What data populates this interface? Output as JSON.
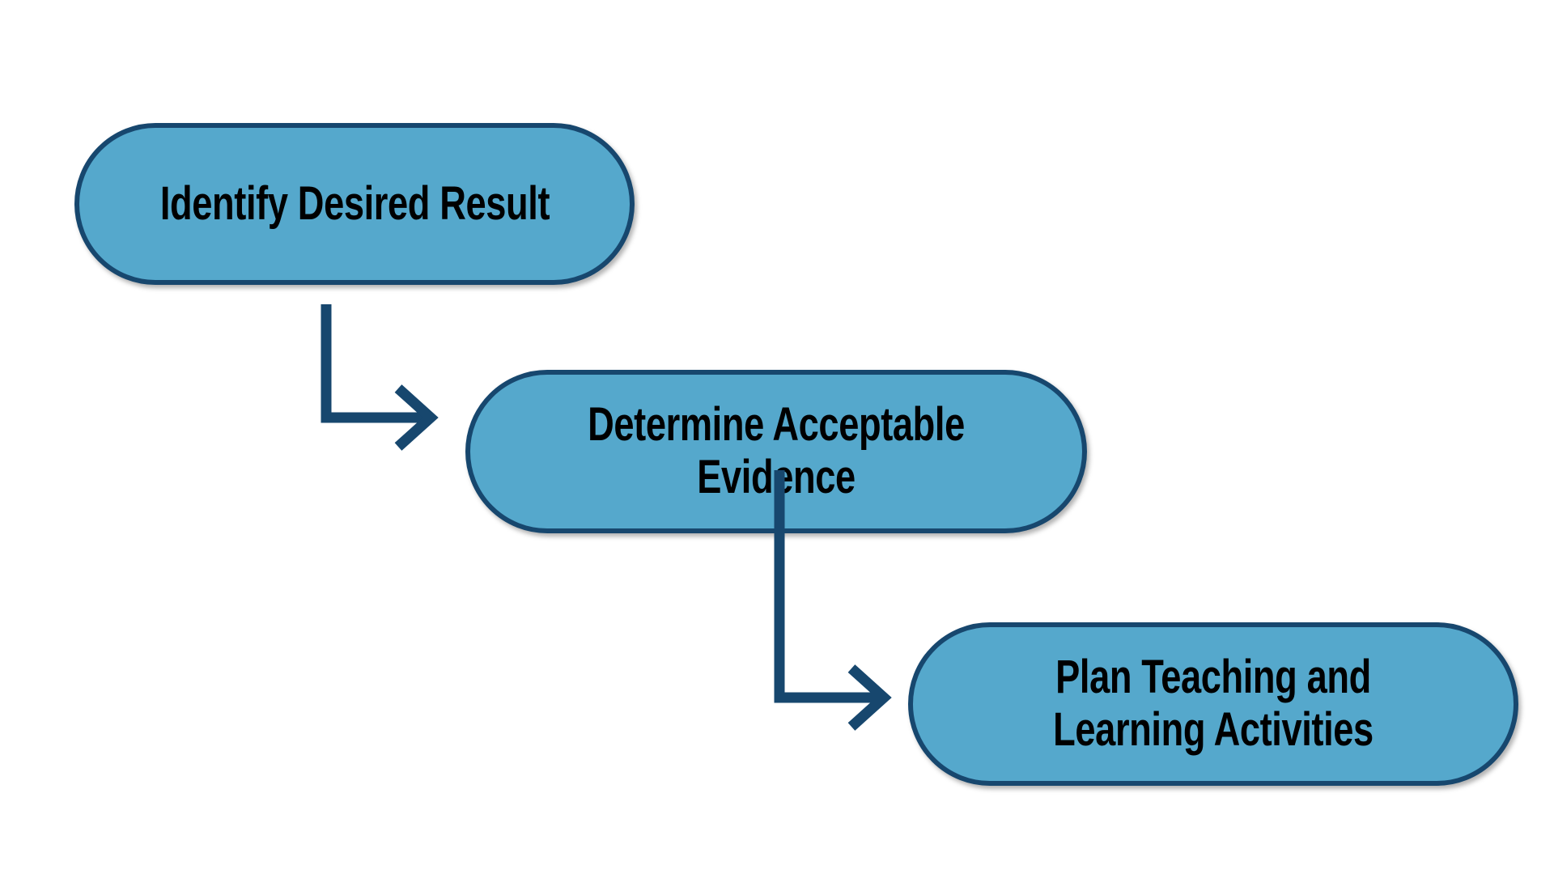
{
  "diagram": {
    "background_color": "#ffffff",
    "node_fill_color": "#55A8CC",
    "node_border_color": "#17476E",
    "node_text_color": "#000000",
    "arrow_color": "#17476E",
    "nodes": [
      {
        "id": "identify-desired-result",
        "label": "Identify Desired Result"
      },
      {
        "id": "determine-acceptable-evidence",
        "label": "Determine Acceptable Evidence"
      },
      {
        "id": "plan-teaching-learning-activities",
        "label": "Plan Teaching and Learning Activities"
      }
    ],
    "connectors": [
      {
        "id": "connector-1",
        "from": "identify-desired-result",
        "to": "determine-acceptable-evidence",
        "style": "elbow-arrow"
      },
      {
        "id": "connector-2",
        "from": "determine-acceptable-evidence",
        "to": "plan-teaching-learning-activities",
        "style": "elbow-arrow"
      }
    ]
  }
}
